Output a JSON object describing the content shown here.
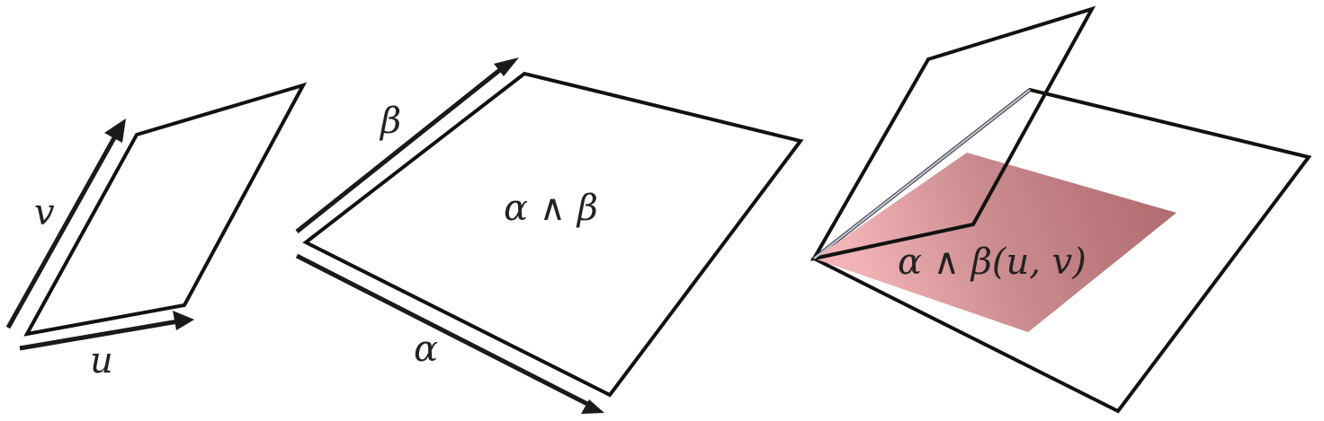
{
  "colors": {
    "vector_plane": "#d9dceb",
    "covector_plane": "#f7b9bc",
    "projection_shadow": "#b56f73",
    "outline": "#111111",
    "arrow": "#1a1a1a",
    "label": "#222222"
  },
  "panel_vectors": {
    "vector_u_label": "u",
    "vector_v_label": "v"
  },
  "panel_covectors": {
    "covector_alpha_label": "α",
    "covector_beta_label": "β",
    "wedge_label": "α ∧ β"
  },
  "panel_evaluation": {
    "evaluation_label": "α ∧ β(u, v)"
  }
}
